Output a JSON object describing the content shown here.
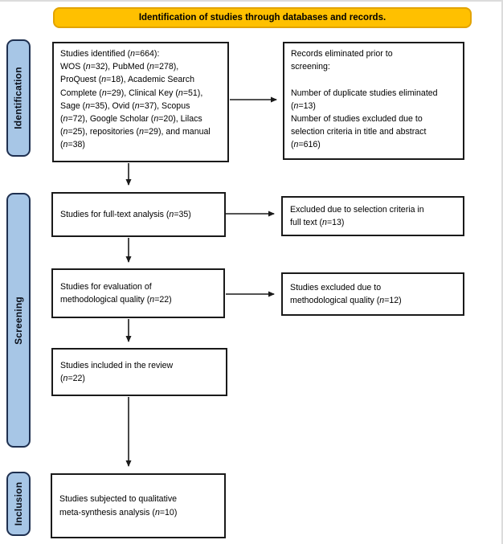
{
  "header": {
    "title": "Identification of studies through databases and records."
  },
  "stages": [
    {
      "label": "Identification"
    },
    {
      "label": "Screening"
    },
    {
      "label": "Inclusion"
    }
  ],
  "boxes": {
    "identified": {
      "lines": [
        "Studies identified (n=664):",
        "WOS (n=32), PubMed (n=278),",
        "ProQuest (n=18), Academic Search",
        "Complete (n=29), Clinical Key (n=51),",
        "Sage (n=35), Ovid (n=37), Scopus",
        "(n=72), Google Scholar (n=20), Lilacs",
        "(n=25), repositories (n=29), and manual",
        "(n=38)"
      ]
    },
    "eliminated": {
      "lines": [
        "Records eliminated prior to",
        "screening:",
        "",
        "Number of duplicate studies eliminated",
        "(n=13)",
        "Number of studies excluded due to",
        "selection criteria in title and abstract",
        "(n=616)"
      ]
    },
    "full_text": {
      "lines": [
        "Studies for full-text analysis (n=35)"
      ]
    },
    "excluded_full_text": {
      "lines": [
        "Excluded due to selection criteria in",
        "full text (n=13)"
      ]
    },
    "evaluation": {
      "lines": [
        "Studies for evaluation of",
        "methodological quality (n=22)"
      ]
    },
    "excluded_quality": {
      "lines": [
        "Studies excluded due to",
        "methodological quality (n=12)"
      ]
    },
    "included_review": {
      "lines": [
        "Studies included in the review",
        "(n=22)"
      ]
    },
    "meta_synthesis": {
      "lines": [
        "Studies subjected to qualitative",
        "meta-synthesis analysis (n=10)"
      ]
    }
  },
  "colors": {
    "banner_bg": "#FFC000",
    "banner_border": "#E2A300",
    "stage_bg": "#A7C6E6",
    "stage_border": "#1F3050",
    "box_border": "#1A1A1A",
    "arrow": "#1A1A1A"
  }
}
